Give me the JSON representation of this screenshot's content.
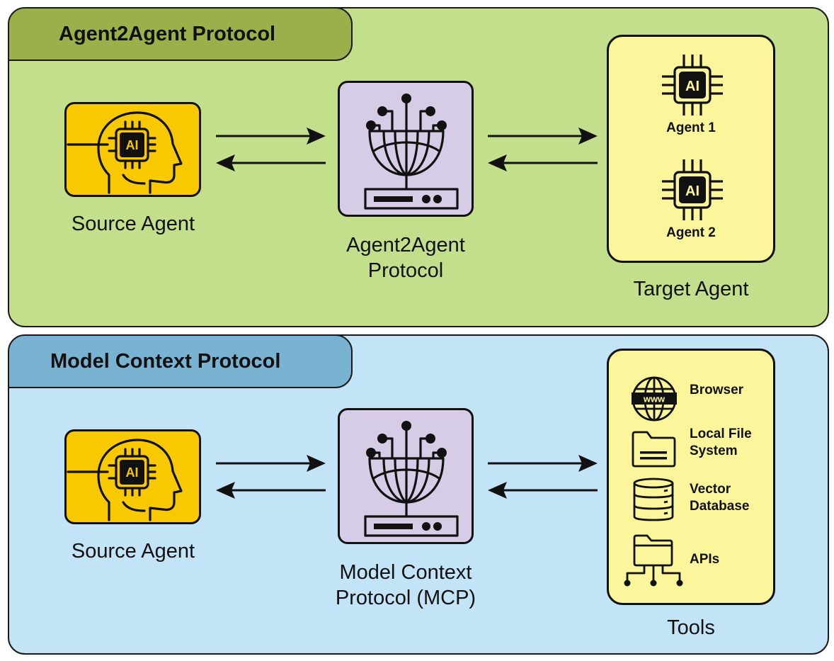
{
  "top_section": {
    "title": "Agent2Agent Protocol",
    "source_label": "Source Agent",
    "protocol_label_line1": "Agent2Agent",
    "protocol_label_line2": "Protocol",
    "target_label": "Target Agent",
    "agents": [
      {
        "chip_text": "AI",
        "label": "Agent 1"
      },
      {
        "chip_text": "AI",
        "label": "Agent 2"
      }
    ],
    "source_chip_text": "AI"
  },
  "bottom_section": {
    "title": "Model Context Protocol",
    "source_label": "Source Agent",
    "protocol_label_line1": "Model Context",
    "protocol_label_line2": "Protocol (MCP)",
    "tools_label": "Tools",
    "source_chip_text": "AI",
    "tools": [
      {
        "icon": "globe-www-icon",
        "icon_text": "www",
        "label_line1": "Browser",
        "label_line2": ""
      },
      {
        "icon": "folder-icon",
        "label_line1": "Local File",
        "label_line2": "System"
      },
      {
        "icon": "database-icon",
        "label_line1": "Vector",
        "label_line2": "Database"
      },
      {
        "icon": "api-network-icon",
        "label_line1": "APIs",
        "label_line2": ""
      }
    ]
  },
  "colors": {
    "a2a_panel": "#c3df8c",
    "a2a_tab": "#9ab04a",
    "mcp_panel": "#c3e4f7",
    "mcp_tab": "#7ab3d2",
    "source_box": "#f9c900",
    "protocol_box": "#d7cce6",
    "target_box": "#fbf59b"
  }
}
